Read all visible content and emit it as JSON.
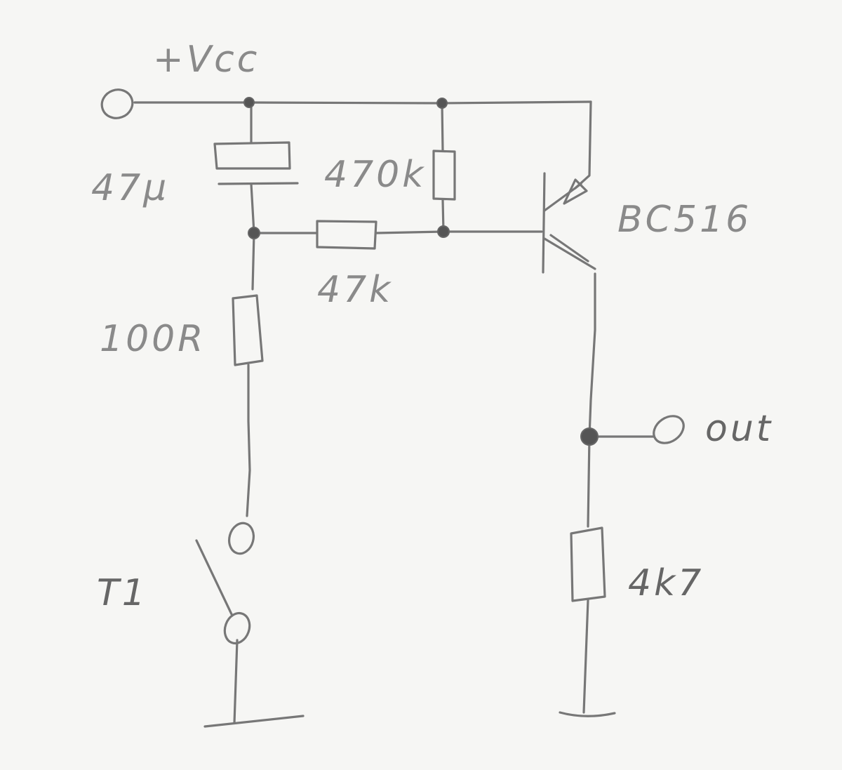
{
  "labels": {
    "vcc": "+Vcc",
    "cap": "47µ",
    "r_bias_top": "470k",
    "r_base": "47k",
    "r_series": "100R",
    "transistor": "BC516",
    "output": "out",
    "switch": "T1",
    "r_load": "4k7"
  }
}
